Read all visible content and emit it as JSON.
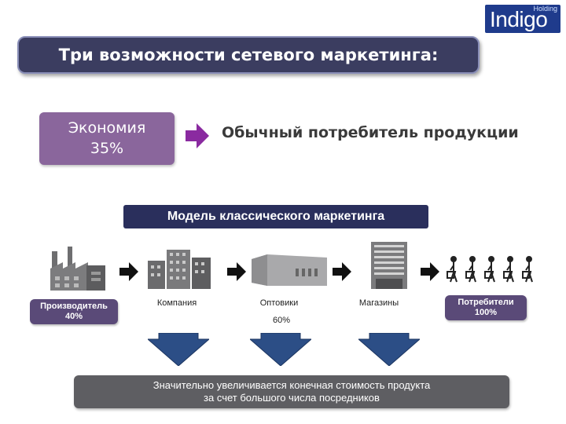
{
  "logo": {
    "brand": "Indigo",
    "subtitle": "Holding"
  },
  "title": "Три возможности сетевого маркетинга:",
  "savings": {
    "line1": "Экономия",
    "line2": "35%"
  },
  "consumer": "Обычный потребитель продукции",
  "model_banner": "Модель классического маркетинга",
  "chain": {
    "producer": {
      "line1": "Производитель",
      "line2": "40%"
    },
    "company": "Компания",
    "wholesalers": "Оптовики",
    "wholesalers_share": "60%",
    "stores": "Магазины",
    "consumers": {
      "line1": "Потребители",
      "line2": "100%"
    }
  },
  "conclusion": {
    "line1": "Значительно увеличивается конечная стоимость продукта",
    "line2": "за счет большого числа посредников"
  },
  "colors": {
    "title_bar": "#3b3d60",
    "savings": "#8a669c",
    "banner": "#2a2f5c",
    "bottom": "#5e5e62",
    "down_arrow": "#2c4e86",
    "logo": "#1f3b8c"
  }
}
